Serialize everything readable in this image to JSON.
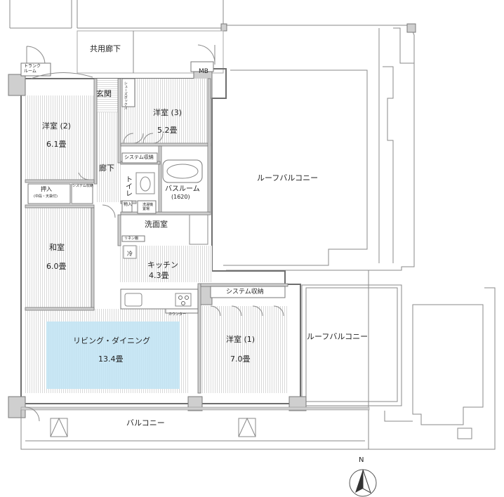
{
  "labels": {
    "trunk_room": "トランク\nルーム",
    "shared_corridor": "共用廊下",
    "mb": "MB",
    "entrance": "玄関",
    "shoe_box": "シューズボックス",
    "western2_name": "洋室 (2)",
    "western2_size": "6.1畳",
    "western3_name": "洋室 (3)",
    "western3_size": "5.2畳",
    "system_storage_top": "システム収納",
    "hallway": "廊下",
    "toilet": "トイレ",
    "bathroom_name": "バスルーム",
    "bathroom_size": "(1620)",
    "closet": "押入",
    "closet_sub": "(中段・天袋付)",
    "system_storage_left": "システム収納",
    "storage": "物入",
    "washer": "洗濯機\n置場",
    "washroom": "洗面室",
    "linen": "リネン棚",
    "fridge": "冷",
    "japanese_name": "和室",
    "japanese_size": "6.0畳",
    "kitchen_name": "キッチン",
    "kitchen_size": "4.3畳",
    "counter": "カウンター",
    "system_storage_right": "システム収納",
    "living_name": "リビング・ダイニング",
    "living_size": "13.4畳",
    "western1_name": "洋室 (1)",
    "western1_size": "7.0畳",
    "roof_balcony_upper": "ルーフバルコニー",
    "roof_balcony_lower": "ルーフバルコニー",
    "balcony": "バルコニー",
    "north": "N"
  }
}
